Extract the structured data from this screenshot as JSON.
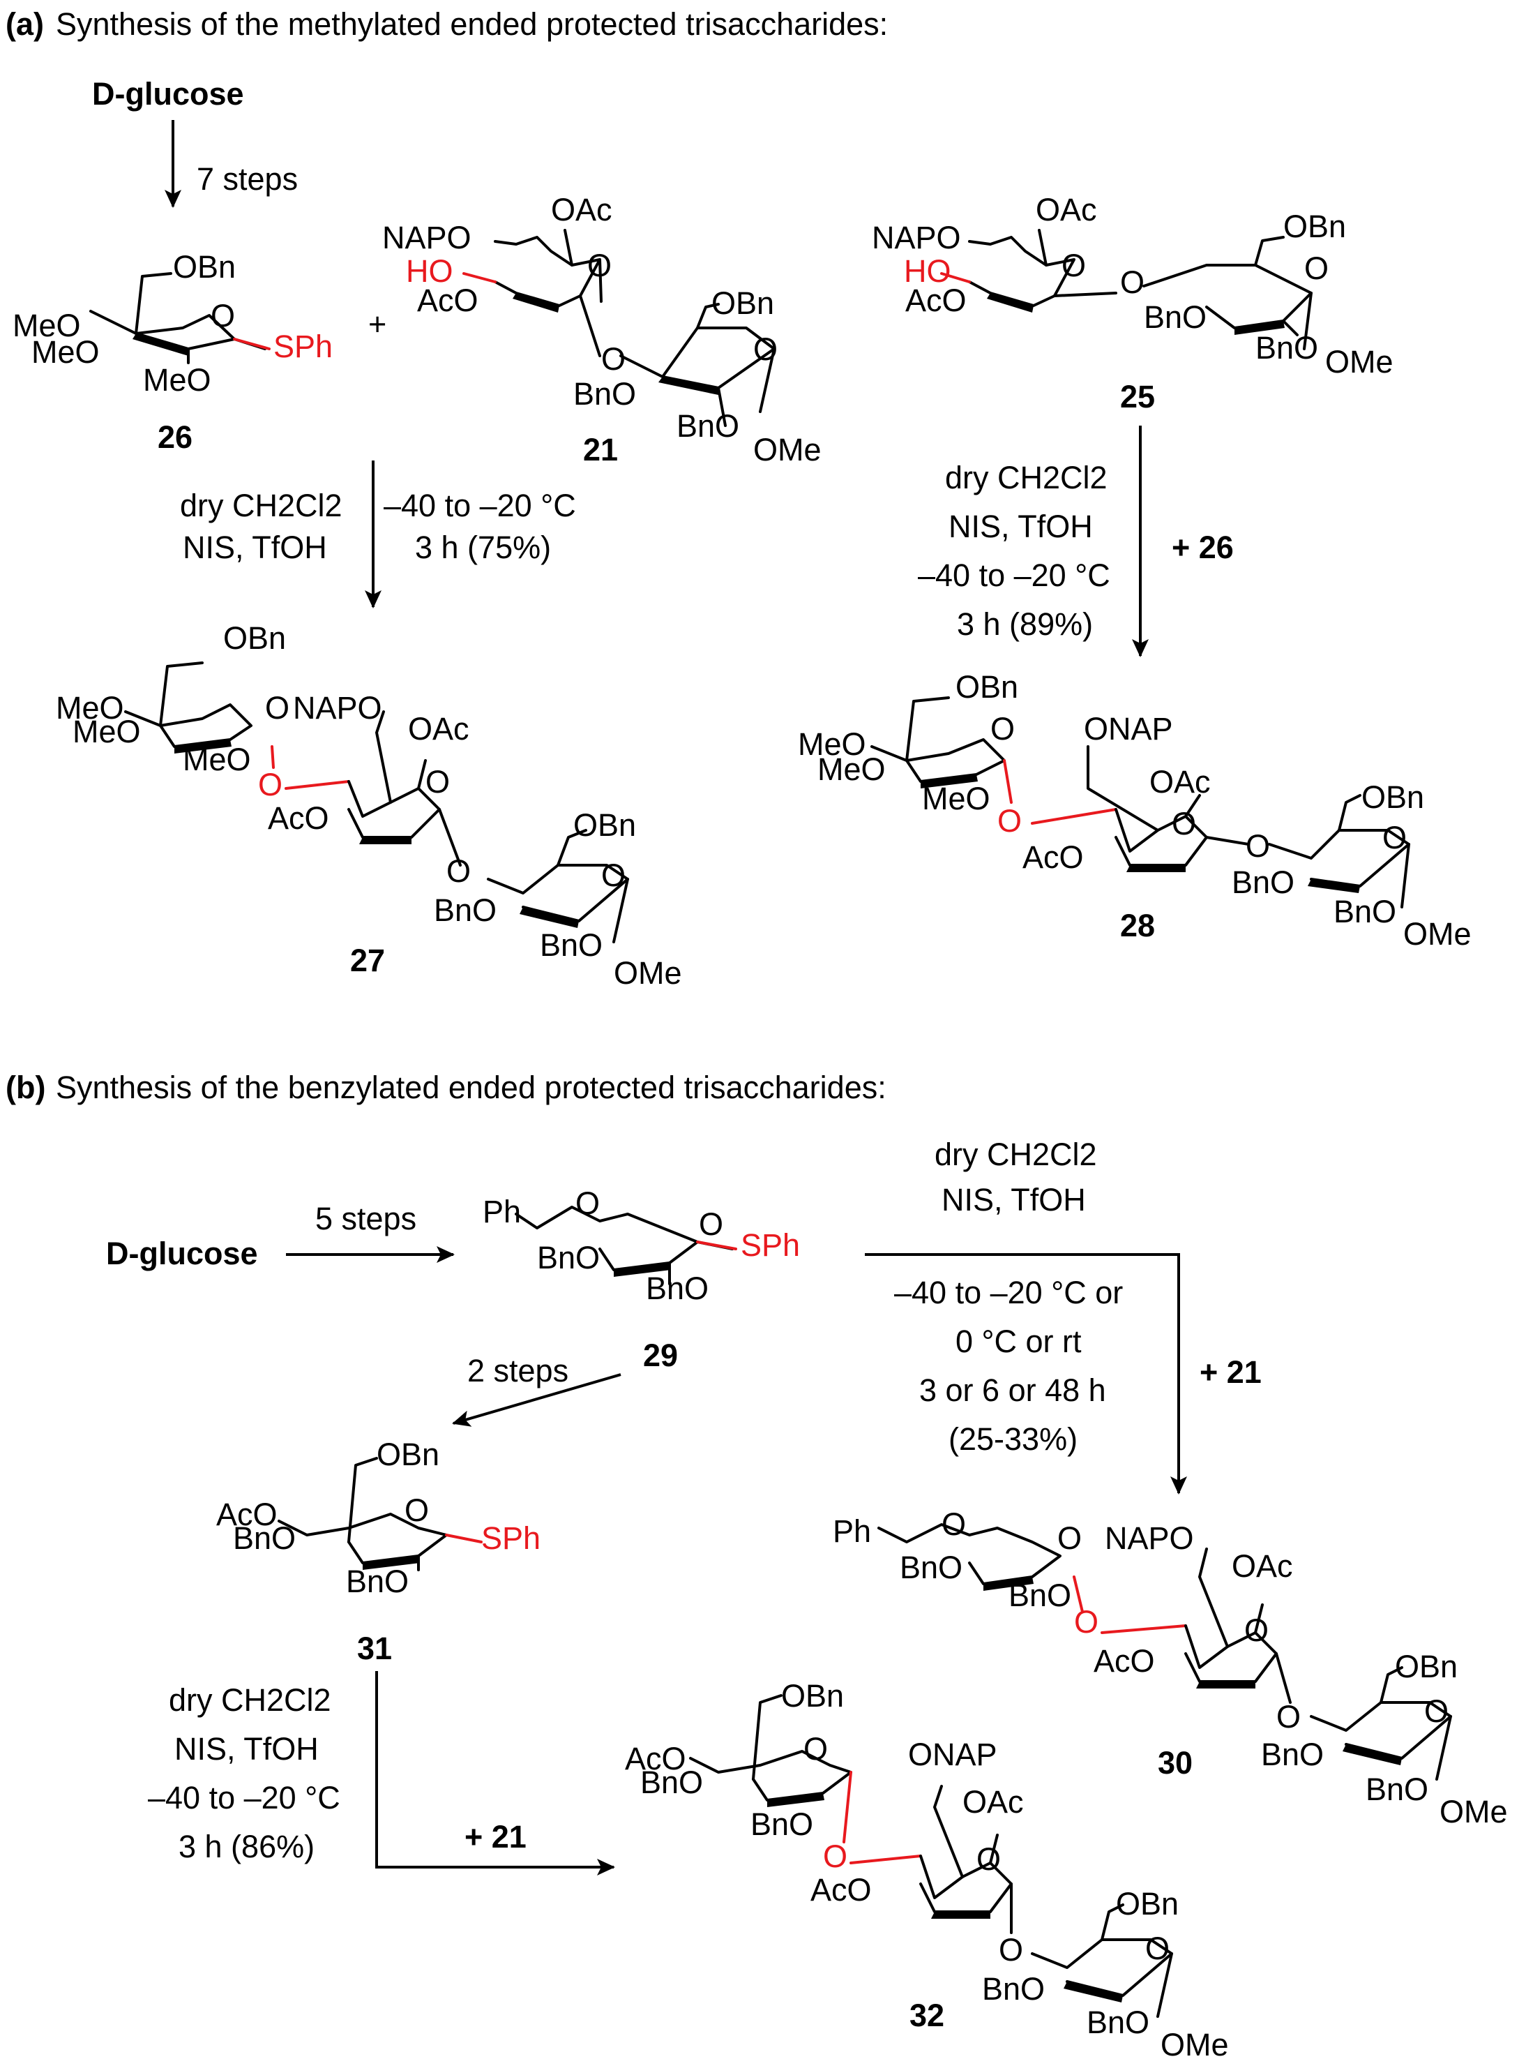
{
  "part_a": {
    "tag": "(a)",
    "title": "Synthesis of the methylated ended protected trisaccharides:",
    "start": "D-glucose",
    "steps": "7 steps",
    "cond_left": [
      "dry CH2Cl2",
      "NIS, TfOH"
    ],
    "cond_right": [
      "–40 to –20 °C",
      "3 h (75%)"
    ],
    "cond_b": [
      "dry CH2Cl2",
      "NIS, TfOH",
      "–40 to –20 °C",
      "3 h (89%)"
    ],
    "plus_26": "+ 26",
    "plus": "+",
    "ids": {
      "c26": "26",
      "c21": "21",
      "c25": "25",
      "c27": "27",
      "c28": "28"
    }
  },
  "part_b": {
    "tag": "(b)",
    "title": "Synthesis of the benzylated ended protected trisaccharides:",
    "start": "D-glucose",
    "steps5": "5 steps",
    "steps2": "2 steps",
    "cond_top": [
      "dry CH2Cl2",
      "NIS, TfOH"
    ],
    "cond_mid": [
      "–40 to –20 °C or",
      "0 °C or rt",
      "3 or 6 or 48 h",
      "(25-33%)"
    ],
    "plus_21a": "+ 21",
    "cond_low": [
      "dry CH2Cl2",
      "NIS, TfOH",
      "–40 to –20 °C",
      "3 h (86%)"
    ],
    "plus_21b": "+ 21",
    "ids": {
      "c29": "29",
      "c30": "30",
      "c31": "31",
      "c32": "32"
    }
  },
  "labels": {
    "OBn": "OBn",
    "OAc": "OAc",
    "MeO": "MeO",
    "BnO": "BnO",
    "AcO": "AcO",
    "O": "O",
    "OMe": "OMe",
    "SPh": "SPh",
    "NAPO": "NAPO",
    "ONAP": "ONAP",
    "HO": "HO",
    "Ph": "Ph"
  },
  "colors": {
    "highlight": "#e8191e",
    "ink": "#000000"
  }
}
